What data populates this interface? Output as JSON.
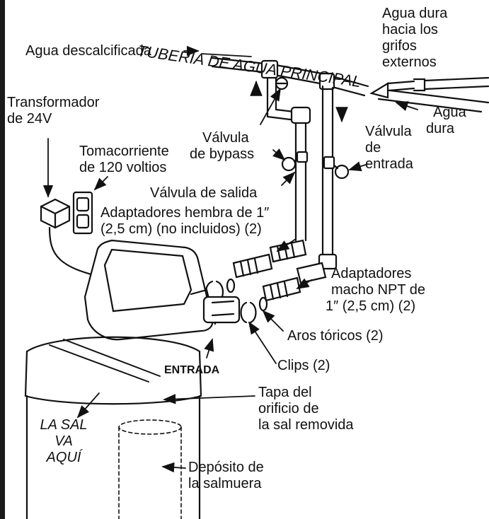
{
  "labels": {
    "main_pipe": "TUBERÍA DE AGUA PRINCIPAL",
    "soft_water": "Agua descalcificada",
    "hard_water_outdoor": [
      "Agua dura",
      "hacia los",
      "grifos",
      "externos"
    ],
    "hard_water": [
      "Agua",
      "dura"
    ],
    "transformer": [
      "Transformador",
      "de 24V"
    ],
    "outlet": [
      "Tomacorriente",
      "de 120 voltios"
    ],
    "bypass_valve": [
      "Válvula",
      "de bypass"
    ],
    "inlet_valve": [
      "Válvula",
      "de",
      "entrada"
    ],
    "outlet_valve": "Válvula de salida",
    "female_adapters": [
      "Adaptadores hembra de 1″",
      "(2,5 cm) (no incluidos) (2)"
    ],
    "male_adapters": [
      "Adaptadores",
      "macho NPT de",
      "1″ (2,5 cm) (2)"
    ],
    "o_rings": "Aros tóricos (2)",
    "clips": "Clips (2)",
    "inlet": "ENTRADA",
    "salt_lid": [
      "Tapa del",
      "orificio de",
      "la sal removida"
    ],
    "salt_here": [
      "LA SAL",
      "VA",
      "AQUÍ"
    ],
    "brine_tank": [
      "Depósito de",
      "la salmuera"
    ]
  }
}
